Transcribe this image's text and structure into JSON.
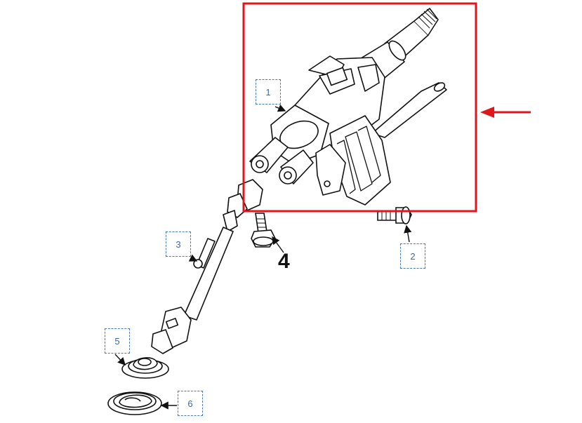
{
  "callouts": {
    "c1": "1",
    "c2": "2",
    "c3": "3",
    "c5": "5",
    "c6": "6"
  },
  "bold_label": "4",
  "colors": {
    "highlight": "#e0161c",
    "callout_border": "#4a7ab0",
    "line": "#111111"
  }
}
